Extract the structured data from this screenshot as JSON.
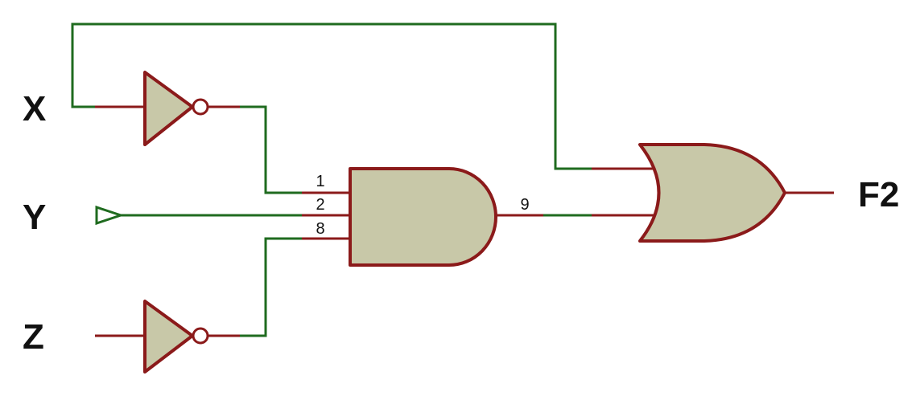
{
  "labels": {
    "input_x": "X",
    "input_y": "Y",
    "input_z": "Z",
    "output": "F2"
  },
  "pin_numbers": {
    "and_in_1": "1",
    "and_in_2": "2",
    "and_in_3": "8",
    "and_out": "9"
  },
  "colors": {
    "wire": "#1f6b1f",
    "pin": "#8b1a1a",
    "gate_fill": "#c8c8a8",
    "gate_stroke": "#8b1a1a",
    "text": "#111111"
  }
}
